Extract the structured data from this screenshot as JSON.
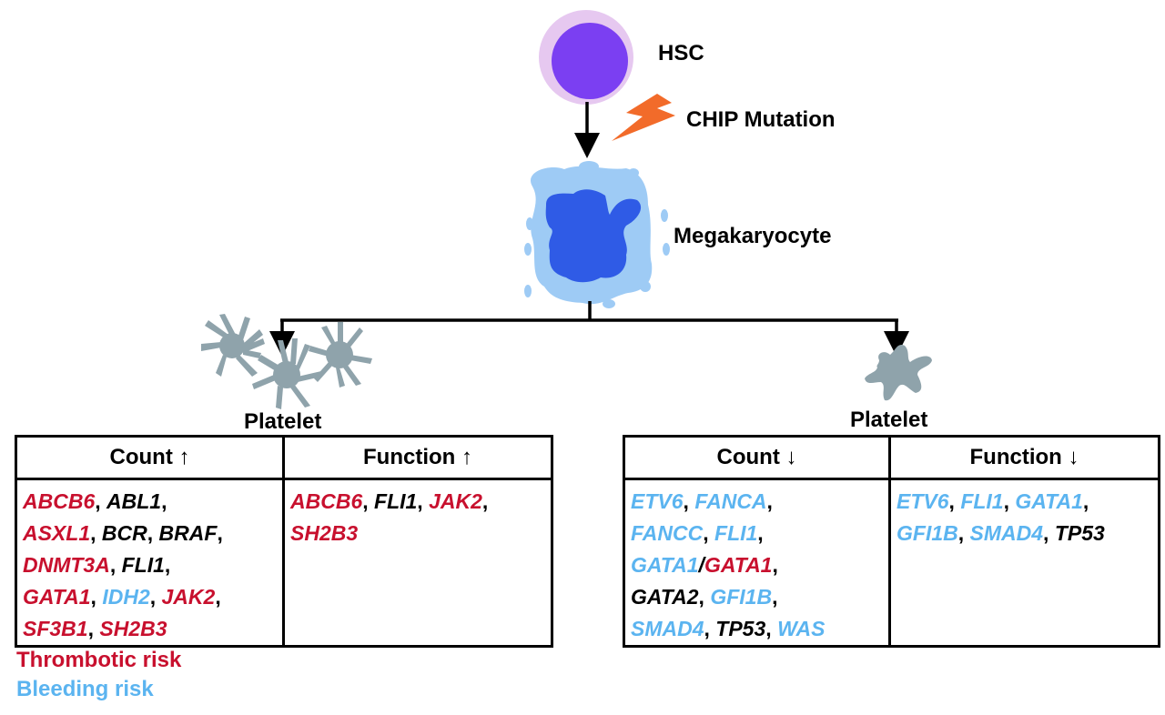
{
  "colors": {
    "thrombotic": "#c8102e",
    "bleeding": "#5bb4f0",
    "neutral": "#000000",
    "hsc_outer": "#e6c8f0",
    "hsc_inner": "#7b3ff2",
    "mk_cytoplasm": "#9ecbf5",
    "mk_nucleus": "#2f5be6",
    "platelet": "#8fa3ab",
    "mutation_bolt": "#f26b2a"
  },
  "labels": {
    "hsc": "HSC",
    "mutation": "CHIP Mutation",
    "megakaryocyte": "Megakaryocyte",
    "platelet_left": "Platelet",
    "platelet_right": "Platelet"
  },
  "tables": [
    {
      "name": "increased",
      "columns": [
        {
          "header": "Count ↑",
          "genes": [
            {
              "g": "ABCB6",
              "c": "red"
            },
            {
              "g": "ABL1",
              "c": "black"
            },
            {
              "g": "ASXL1",
              "c": "red"
            },
            {
              "g": "BCR",
              "c": "black"
            },
            {
              "g": "BRAF",
              "c": "black"
            },
            {
              "g": "DNMT3A",
              "c": "red"
            },
            {
              "g": "FLI1",
              "c": "black"
            },
            {
              "g": "GATA1",
              "c": "red"
            },
            {
              "g": "IDH2",
              "c": "blue"
            },
            {
              "g": "JAK2",
              "c": "red"
            },
            {
              "g": "SF3B1",
              "c": "red"
            },
            {
              "g": "SH2B3",
              "c": "red"
            }
          ],
          "lines": [
            [
              0,
              1
            ],
            [
              2,
              3,
              4
            ],
            [
              5,
              6
            ],
            [
              7,
              8,
              9
            ],
            [
              10,
              11
            ]
          ]
        },
        {
          "header": "Function ↑",
          "genes": [
            {
              "g": "ABCB6",
              "c": "red"
            },
            {
              "g": "FLI1",
              "c": "black"
            },
            {
              "g": "JAK2",
              "c": "red"
            },
            {
              "g": "SH2B3",
              "c": "red"
            }
          ],
          "lines": [
            [
              0,
              1,
              2
            ],
            [
              3
            ]
          ]
        }
      ]
    },
    {
      "name": "decreased",
      "columns": [
        {
          "header": "Count ↓",
          "genes": [
            {
              "g": "ETV6",
              "c": "blue"
            },
            {
              "g": "FANCA",
              "c": "blue"
            },
            {
              "g": "FANCC",
              "c": "blue"
            },
            {
              "g": "FLI1",
              "c": "blue"
            },
            {
              "g": "GATA1",
              "c": "blue",
              "slash": {
                "g": "GATA1",
                "c": "red"
              }
            },
            {
              "g": "GATA2",
              "c": "black"
            },
            {
              "g": "GFI1B",
              "c": "blue"
            },
            {
              "g": "SMAD4",
              "c": "blue"
            },
            {
              "g": "TP53",
              "c": "black"
            },
            {
              "g": "WAS",
              "c": "blue"
            }
          ],
          "lines": [
            [
              0,
              1
            ],
            [
              2,
              3
            ],
            [
              4
            ],
            [
              5,
              6
            ],
            [
              7,
              8,
              9
            ]
          ]
        },
        {
          "header": "Function ↓",
          "genes": [
            {
              "g": "ETV6",
              "c": "blue"
            },
            {
              "g": "FLI1",
              "c": "blue"
            },
            {
              "g": "GATA1",
              "c": "blue"
            },
            {
              "g": "GFI1B",
              "c": "blue"
            },
            {
              "g": "SMAD4",
              "c": "blue"
            },
            {
              "g": "TP53",
              "c": "black"
            }
          ],
          "lines": [
            [
              0,
              1,
              2
            ],
            [
              3,
              4,
              5
            ]
          ]
        }
      ]
    }
  ],
  "legend": [
    {
      "label": "Thrombotic risk",
      "c": "red"
    },
    {
      "label": "Bleeding risk",
      "c": "blue"
    }
  ]
}
